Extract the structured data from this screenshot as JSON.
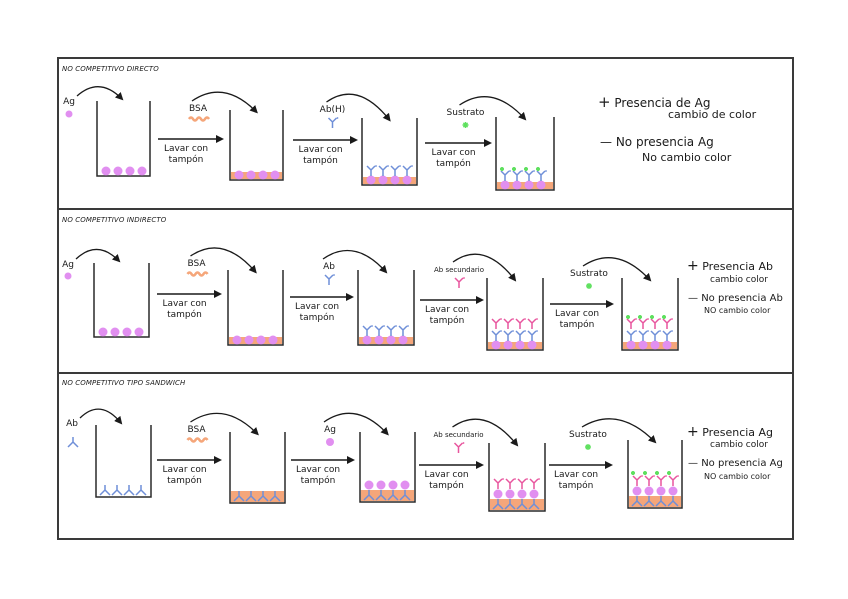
{
  "colors": {
    "antigen": "#e18ff0",
    "bsa": "#f5a67a",
    "antibody_primary": "#6f8fd8",
    "antibody_secondary": "#e8559e",
    "substrate": "#5ee05e",
    "line": "#2a2a2a"
  },
  "wash_label_line1": "Lavar con",
  "wash_label_line2": "tampón",
  "panels": [
    {
      "title": "NO COMPETITIVO DIRECTO",
      "start_reagent": "Ag",
      "steps": [
        {
          "reagent": "BSA"
        },
        {
          "reagent": "Ab(H)"
        },
        {
          "reagent": "Sustrato"
        }
      ],
      "result_positive_sign": "+",
      "result_positive_line1": "Presencia de Ag",
      "result_positive_line2": "cambio de color",
      "result_negative_sign": "—",
      "result_negative_line1": "No presencia Ag",
      "result_negative_line2": "No cambio color"
    },
    {
      "title": "NO COMPETITIVO INDIRECTO",
      "start_reagent": "Ag",
      "steps": [
        {
          "reagent": "BSA"
        },
        {
          "reagent": "Ab"
        },
        {
          "reagent": "Ab secundario"
        },
        {
          "reagent": "Sustrato"
        }
      ],
      "result_positive_sign": "+",
      "result_positive_line1": "Presencia Ab",
      "result_positive_line2": "cambio color",
      "result_negative_sign": "—",
      "result_negative_line1": "No presencia Ab",
      "result_negative_line2": "NO cambio color"
    },
    {
      "title": "NO COMPETITIVO TIPO SANDWICH",
      "start_reagent": "Ab",
      "steps": [
        {
          "reagent": "BSA"
        },
        {
          "reagent": "Ag"
        },
        {
          "reagent": "Ab secundario"
        },
        {
          "reagent": "Sustrato"
        }
      ],
      "result_positive_sign": "+",
      "result_positive_line1": "Presencia Ag",
      "result_positive_line2": "cambio color",
      "result_negative_sign": "—",
      "result_negative_line1": "No presencia Ag",
      "result_negative_line2": "NO cambio color"
    }
  ]
}
